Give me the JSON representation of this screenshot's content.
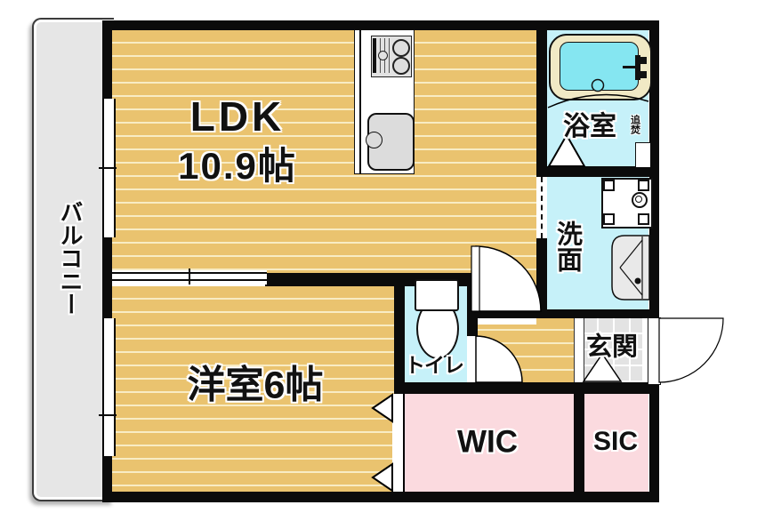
{
  "floorplan": {
    "ldk_label": "LDK",
    "ldk_size": "10.9帖",
    "balcony": "バルコニー",
    "bath": "浴室",
    "bath_note": "追焚",
    "wash": "洗面",
    "toilet": "トイレ",
    "entrance": "玄関",
    "western_room": "洋室6帖",
    "wic": "WIC",
    "sic": "SIC"
  },
  "colors": {
    "floor_tan": "#EAC36F",
    "floor_stripe": "#F8ECC4",
    "room_cyan": "#C6F1F9",
    "closet_pink": "#FBDADF",
    "tub_water": "#85E6F1",
    "tub_rim": "#F1E9C5",
    "balcony_gray": "#E6E6E6",
    "tile_gray": "#E3E3E3",
    "wall_black": "#0B0B0B"
  }
}
